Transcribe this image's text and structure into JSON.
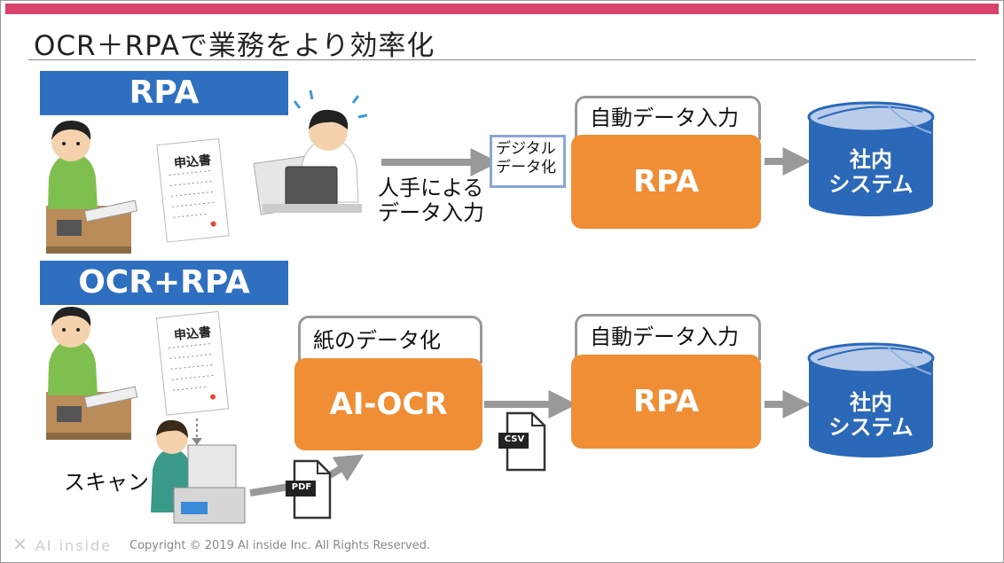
{
  "title": "OCR＋RPAで業務をより効率化",
  "top_section": {
    "label": "RPA",
    "form_label": "申込書",
    "digital_box": [
      "デジタル",
      "データ化"
    ],
    "manual_input": [
      "人手による",
      "データ入力"
    ],
    "tab_label": "自動データ入力",
    "process_label": "RPA",
    "system_label": [
      "社内",
      "システム"
    ]
  },
  "bottom_section": {
    "label": "OCR+RPA",
    "form_label": "申込書",
    "scan_label": "スキャン",
    "pdf_label": "PDF",
    "ocr_tab_label": "紙のデータ化",
    "ocr_label": "AI-OCR",
    "csv_label": "CSV",
    "tab_label": "自動データ入力",
    "process_label": "RPA",
    "system_label": [
      "社内",
      "システム"
    ]
  },
  "footer": {
    "logo": "AI inside",
    "copyright": "Copyright © 2019 AI inside Inc. All Rights Reserved."
  },
  "colors": {
    "accent_bar": "#d9436c",
    "section_blue": "#2e6fc0",
    "process_orange": "#ef8e35",
    "database_blue": "#2c68b8",
    "arrow_gray": "#999999"
  }
}
